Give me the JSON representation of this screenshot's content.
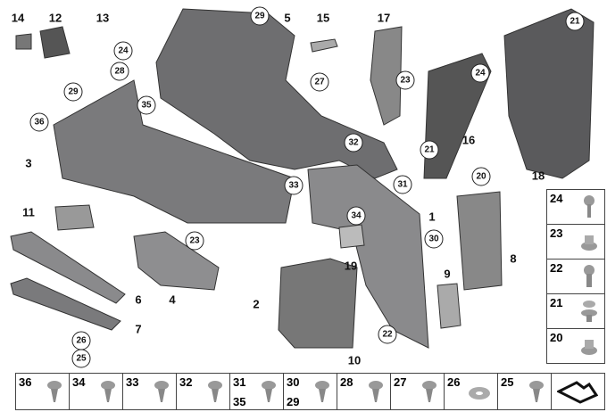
{
  "diagram": {
    "plain_labels": [
      "14",
      "12",
      "13",
      "5",
      "15",
      "17",
      "3",
      "11",
      "16",
      "18",
      "1",
      "6",
      "4",
      "7",
      "2",
      "19",
      "9",
      "8",
      "10"
    ],
    "circled_labels": [
      "29",
      "24",
      "28",
      "29",
      "36",
      "35",
      "27",
      "23",
      "24",
      "21",
      "21",
      "32",
      "33",
      "31",
      "20",
      "34",
      "23",
      "30",
      "26",
      "25",
      "22"
    ]
  },
  "legend_right": [
    {
      "num": "24",
      "icon": "screw-icon"
    },
    {
      "num": "23",
      "icon": "flange-nut-icon"
    },
    {
      "num": "22",
      "icon": "bolt-icon"
    },
    {
      "num": "21",
      "icon": "expanding-rivet-icon"
    },
    {
      "num": "20",
      "icon": "flange-nut-icon"
    }
  ],
  "legend_bottom": [
    {
      "num": "36",
      "icon": "clip-icon"
    },
    {
      "num": "34",
      "icon": "push-rivet-icon"
    },
    {
      "num": "33",
      "icon": "clip-icon"
    },
    {
      "num": "32",
      "icon": "speed-nut-icon"
    },
    {
      "num": "31",
      "num2": "35",
      "icon": "expanding-rivet-icon"
    },
    {
      "num": "30",
      "num2": "29",
      "icon": "expanding-rivet-icon"
    },
    {
      "num": "28",
      "icon": "screw-icon"
    },
    {
      "num": "27",
      "icon": "clip-icon"
    },
    {
      "num": "26",
      "icon": "washer-icon"
    },
    {
      "num": "25",
      "icon": "self-tapping-screw-icon"
    },
    {
      "num": "",
      "icon": "orientation-arrow-icon"
    }
  ]
}
